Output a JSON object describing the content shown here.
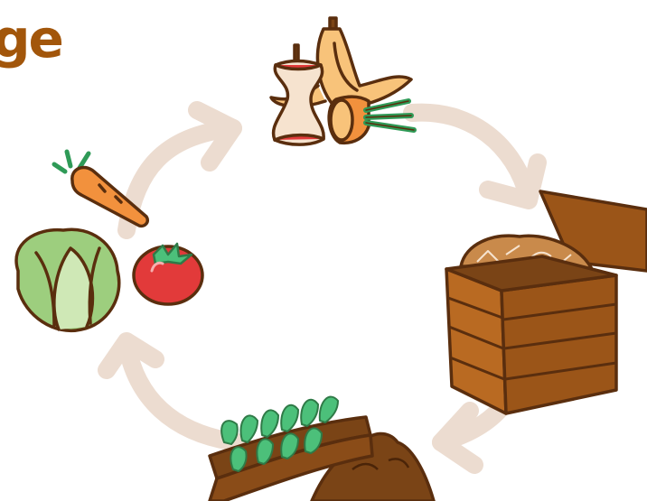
{
  "title_fragment": "ge",
  "colors": {
    "title": "#a2560b",
    "arrow": "#ecdcd0",
    "outline": "#5a2e0e",
    "wood": "#9b5518",
    "soil": "#7a4416",
    "plant": "#4cc07a",
    "tomato": "#e23a3a",
    "carrot": "#f2913d",
    "lettuce": "#9dce7e",
    "banana": "#f8c37a"
  },
  "stages": [
    {
      "icon": "food-scraps-icon",
      "description_items": [
        "apple-core",
        "banana-peel",
        "onion-end"
      ]
    },
    {
      "icon": "compost-bin-icon"
    },
    {
      "icon": "soil-and-plants-icon"
    },
    {
      "icon": "vegetables-icon",
      "description_items": [
        "carrot",
        "lettuce",
        "tomato"
      ]
    }
  ]
}
